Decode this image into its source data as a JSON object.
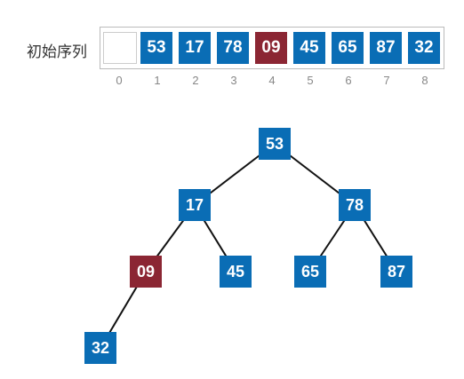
{
  "label": "初始序列",
  "colors": {
    "normal": "#0a6db5",
    "highlight": "#8b2633"
  },
  "array": {
    "cells": [
      {
        "index": "0",
        "value": "",
        "highlight": false,
        "empty": true
      },
      {
        "index": "1",
        "value": "53",
        "highlight": false,
        "empty": false
      },
      {
        "index": "2",
        "value": "17",
        "highlight": false,
        "empty": false
      },
      {
        "index": "3",
        "value": "78",
        "highlight": false,
        "empty": false
      },
      {
        "index": "4",
        "value": "09",
        "highlight": true,
        "empty": false
      },
      {
        "index": "5",
        "value": "45",
        "highlight": false,
        "empty": false
      },
      {
        "index": "6",
        "value": "65",
        "highlight": false,
        "empty": false
      },
      {
        "index": "7",
        "value": "87",
        "highlight": false,
        "empty": false
      },
      {
        "index": "8",
        "value": "32",
        "highlight": false,
        "empty": false
      }
    ]
  },
  "tree": {
    "nodes": [
      {
        "id": "n53",
        "value": "53",
        "highlight": false
      },
      {
        "id": "n17",
        "value": "17",
        "highlight": false
      },
      {
        "id": "n78",
        "value": "78",
        "highlight": false
      },
      {
        "id": "n09",
        "value": "09",
        "highlight": true
      },
      {
        "id": "n45",
        "value": "45",
        "highlight": false
      },
      {
        "id": "n65",
        "value": "65",
        "highlight": false
      },
      {
        "id": "n87",
        "value": "87",
        "highlight": false
      },
      {
        "id": "n32",
        "value": "32",
        "highlight": false
      }
    ],
    "edges": [
      [
        "n53",
        "n17"
      ],
      [
        "n53",
        "n78"
      ],
      [
        "n17",
        "n09"
      ],
      [
        "n17",
        "n45"
      ],
      [
        "n78",
        "n65"
      ],
      [
        "n78",
        "n87"
      ],
      [
        "n09",
        "n32"
      ]
    ]
  }
}
